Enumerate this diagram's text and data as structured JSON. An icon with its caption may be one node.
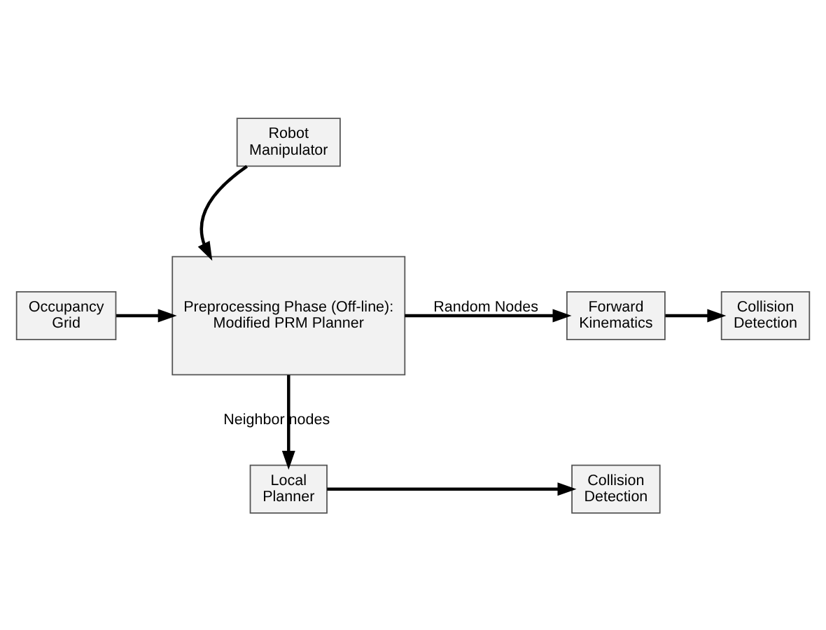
{
  "diagram": {
    "nodes": [
      {
        "text": [
          "Local Planner"
        ]
      },
      {
        "text": [
          "Collision Detection"
        ]
      },
      {
        "text": [
          "Occupancy Grid"
        ]
      },
      {
        "text": [
          "Preprocessing Phase (Off-line): Modified PRM Planner"
        ]
      },
      {
        "text": [
          "Forward Kinematics"
        ]
      },
      {
        "text": [
          "Collision Detection"
        ]
      },
      {
        "text": [
          "Robot Manipulator"
        ]
      }
    ],
    "edges": [
      {
        "from": 3,
        "to": 0,
        "arrow": "to",
        "label": "Neighbor nodes"
      },
      {
        "from": 0,
        "to": 1,
        "arrow": "to"
      },
      {
        "from": 2,
        "to": 3,
        "arrow": "to"
      },
      {
        "from": 3,
        "to": 4,
        "arrow": "to",
        "label": "Random Nodes"
      },
      {
        "from": 4,
        "to": 5,
        "arrow": "to"
      },
      {
        "from": 6,
        "to": 3,
        "arrow": "to"
      }
    ]
  }
}
